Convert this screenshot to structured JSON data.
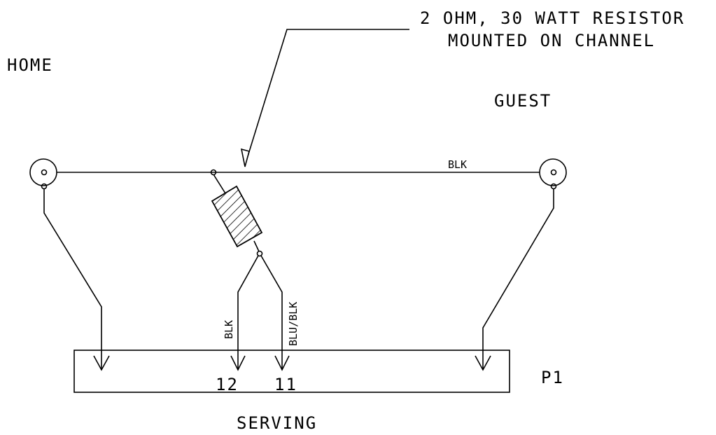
{
  "labels": {
    "home": "HOME",
    "guest": "GUEST",
    "note_line1": "2 OHM, 30 WATT RESISTOR",
    "note_line2": "MOUNTED ON CHANNEL",
    "wire_top": "BLK",
    "wire_left": "BLK",
    "wire_right": "BLU/BLK",
    "pin_12": "12",
    "pin_11": "11",
    "connector": "P1",
    "board": "SERVING"
  },
  "colors": {
    "ink": "#000000",
    "paper": "#ffffff"
  }
}
